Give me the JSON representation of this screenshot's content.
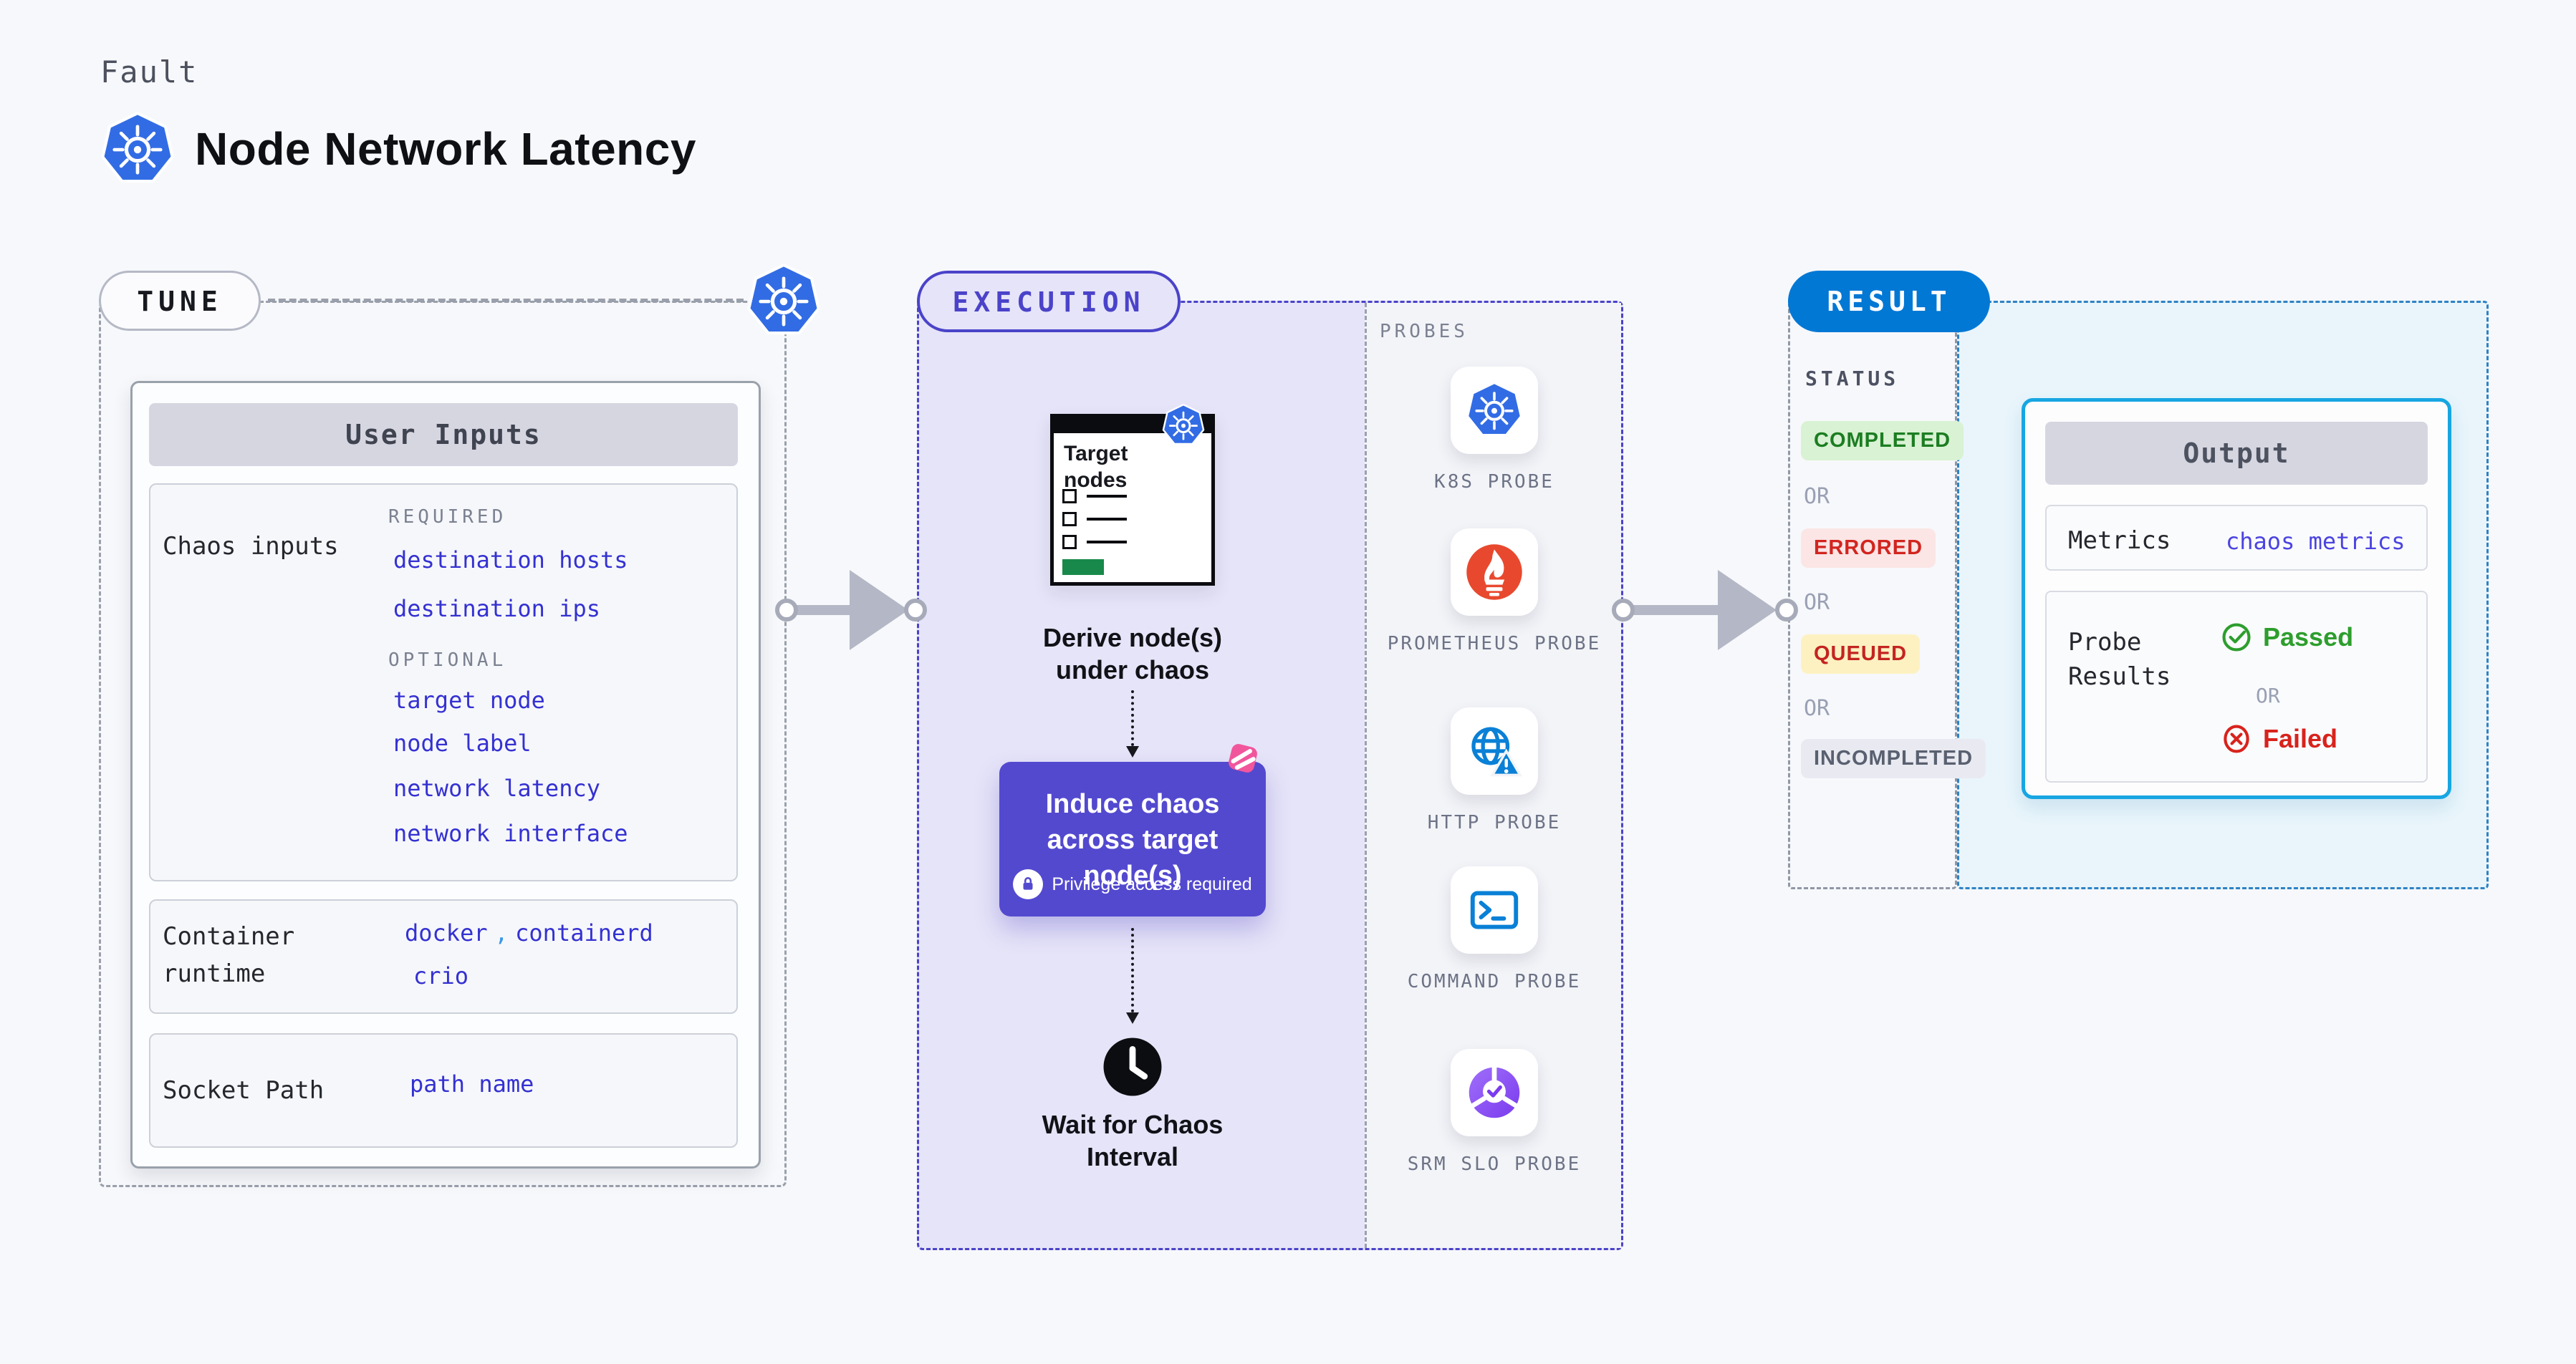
{
  "page": {
    "kicker": "Fault",
    "title": "Node Network Latency"
  },
  "tune": {
    "badge": "TUNE",
    "user_inputs_title": "User Inputs",
    "chaos_inputs_label": "Chaos inputs",
    "required_label": "REQUIRED",
    "required_items": [
      "destination hosts",
      "destination ips"
    ],
    "optional_label": "OPTIONAL",
    "optional_items": [
      "target node",
      "node label",
      "network latency",
      "network interface"
    ],
    "container_runtime_label": "Container runtime",
    "container_runtime": {
      "values": [
        "docker",
        "containerd",
        "crio"
      ],
      "separator": ","
    },
    "socket_path_label": "Socket Path",
    "socket_path_value": "path name"
  },
  "execution": {
    "badge": "EXECUTION",
    "target_card_title": "Target nodes",
    "derive_caption": "Derive node(s) under chaos",
    "induce_caption": "Induce chaos across target node(s)",
    "privilege_note": "Privilege access required",
    "wait_caption": "Wait for Chaos Interval",
    "probes_label": "PROBES",
    "probes": [
      {
        "label": "K8S PROBE",
        "icon": "kubernetes"
      },
      {
        "label": "PROMETHEUS PROBE",
        "icon": "prometheus-flame"
      },
      {
        "label": "HTTP PROBE",
        "icon": "globe-warning"
      },
      {
        "label": "COMMAND PROBE",
        "icon": "terminal"
      },
      {
        "label": "SRM SLO PROBE",
        "icon": "slo-pie-check"
      }
    ]
  },
  "result": {
    "badge": "RESULT",
    "status_label": "STATUS",
    "or_label": "OR",
    "statuses": [
      "COMPLETED",
      "ERRORED",
      "QUEUED",
      "INCOMPLETED"
    ],
    "output_title": "Output",
    "metrics_label": "Metrics",
    "metrics_value": "chaos metrics",
    "probe_results_label": "Probe Results",
    "passed_label": "Passed",
    "failed_label": "Failed"
  },
  "colors": {
    "page_bg": "#f7f8fb",
    "k8s_blue": "#326ce5",
    "execution_accent": "#4a43c9",
    "induce_box": "#5349cf",
    "result_blue": "#0278d5",
    "output_border_cyan": "#17a6e2",
    "link_indigo": "#3431d2",
    "metrics_indigo": "#4b44e0",
    "completed_green": "#1c7d22",
    "errored_red": "#d2251f",
    "queued_yellow_bg": "#fdf1c2",
    "incompleted_gray": "#596070",
    "passed_green": "#2d9e2d",
    "failed_red": "#d8231c",
    "prometheus_orange": "#e8492e",
    "litmus_pink": "#f1569d",
    "target_green": "#18894a"
  }
}
